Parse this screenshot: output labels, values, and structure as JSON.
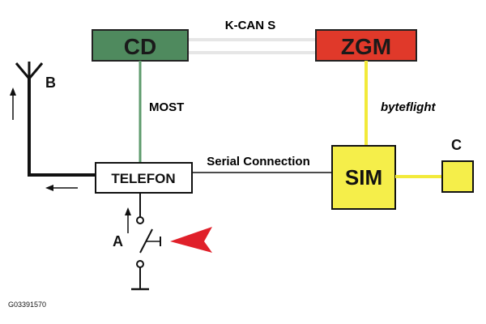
{
  "diagram": {
    "modules": {
      "cd": {
        "label": "CD",
        "fill": "#4f8a5e"
      },
      "zgm": {
        "label": "ZGM",
        "fill": "#e0392a"
      },
      "telefon": {
        "label": "TELEFON",
        "fill": "#ffffff"
      },
      "sim": {
        "label": "SIM",
        "fill": "#f5ee4a"
      },
      "c_unit": {
        "label": "C",
        "fill": "#f5ee4a"
      }
    },
    "connections": {
      "kcan": "K-CAN S",
      "most": "MOST",
      "byteflight": "byteflight",
      "serial": "Serial Connection"
    },
    "markers": {
      "antenna": "B",
      "switch": "A"
    },
    "figure_id": "G03391570",
    "colors": {
      "most_line": "#5e9b6c",
      "byteflight_line": "#f2ea3a",
      "kcan_line": "#e6e6e6",
      "arrow": "#e0202a"
    }
  }
}
